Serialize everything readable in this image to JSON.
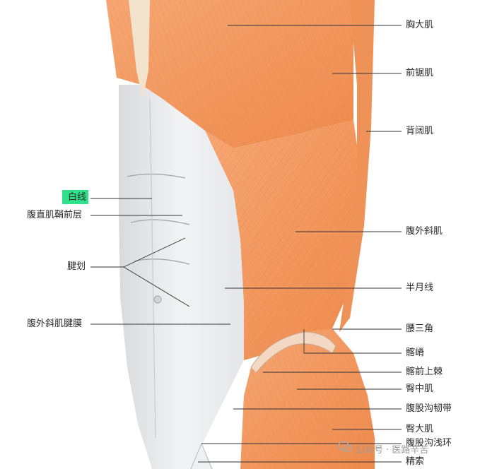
{
  "figure": {
    "labels_right": [
      {
        "id": "pectoralis-major",
        "text": "胸大肌"
      },
      {
        "id": "serratus-anterior",
        "text": "前锯肌"
      },
      {
        "id": "latissimus-dorsi",
        "text": "背阔肌"
      },
      {
        "id": "external-oblique",
        "text": "腹外斜肌"
      },
      {
        "id": "linea-semilunaris",
        "text": "半月线"
      },
      {
        "id": "lumbar-triangle",
        "text": "腰三角"
      },
      {
        "id": "iliac-crest",
        "text": "髂嵴"
      },
      {
        "id": "asis",
        "text": "髂前上棘"
      },
      {
        "id": "gluteus-medius",
        "text": "臀中肌"
      },
      {
        "id": "inguinal-ligament",
        "text": "腹股沟韧带"
      },
      {
        "id": "gluteus-maximus",
        "text": "臀大肌"
      },
      {
        "id": "superficial-inguinal-ring",
        "text": "腹股沟浅环"
      },
      {
        "id": "spermatic-cord",
        "text": "精索"
      }
    ],
    "labels_left": [
      {
        "id": "linea-alba",
        "text": "白线",
        "highlight": true
      },
      {
        "id": "rectus-sheath-anterior",
        "text": "腹直肌鞘前层"
      },
      {
        "id": "tendinous-intersections",
        "text": "腱划"
      },
      {
        "id": "external-oblique-aponeurosis",
        "text": "腹外斜肌腱膜"
      }
    ],
    "colors": {
      "muscle": "#f49a5e",
      "muscle_dark": "#e57c3e",
      "aponeurosis": "#e9ebee",
      "highlight": "#2ee08a",
      "leader": "#333333"
    }
  },
  "watermark": {
    "text": "公众号 · 医路辛苦",
    "icon": "wechat-icon"
  }
}
